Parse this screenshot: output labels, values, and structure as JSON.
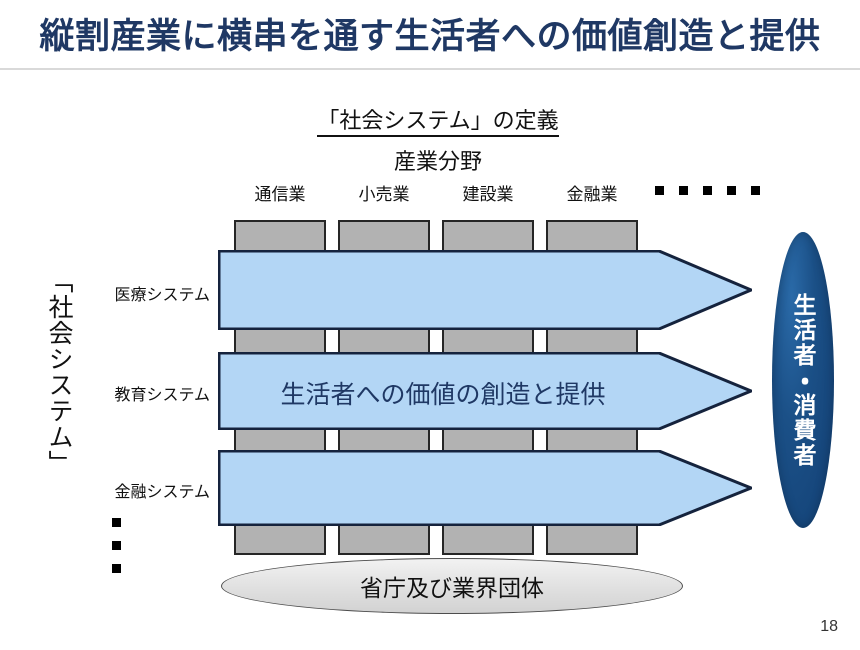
{
  "slide": {
    "title": "縦割産業に横串を通す生活者への価値創造と提供",
    "page_number": "18",
    "colors": {
      "title_navy": "#1f3864",
      "arrow_blue": "#b3d6f5",
      "column_gray": "#b2b2b2",
      "ellipse_navy": "#164a82",
      "ministry_gray": "#e3e3e3"
    }
  },
  "diagram": {
    "definition_heading": "「社会システム」の定義",
    "industry_axis_label": "産業分野",
    "industry_columns": [
      {
        "label": "通信業"
      },
      {
        "label": "小売業"
      },
      {
        "label": "建設業"
      },
      {
        "label": "金融業"
      }
    ],
    "industry_more_dots": 5,
    "system_axis_label": "「社会システム」",
    "system_rows": [
      {
        "label": "医療システム"
      },
      {
        "label": "教育システム"
      },
      {
        "label": "金融システム"
      }
    ],
    "system_more_dots": 3,
    "arrow_text": "生活者への価値の創造と提供",
    "consumer_label": "生活者・消費者",
    "foundation_label": "省庁及び業界団体"
  }
}
